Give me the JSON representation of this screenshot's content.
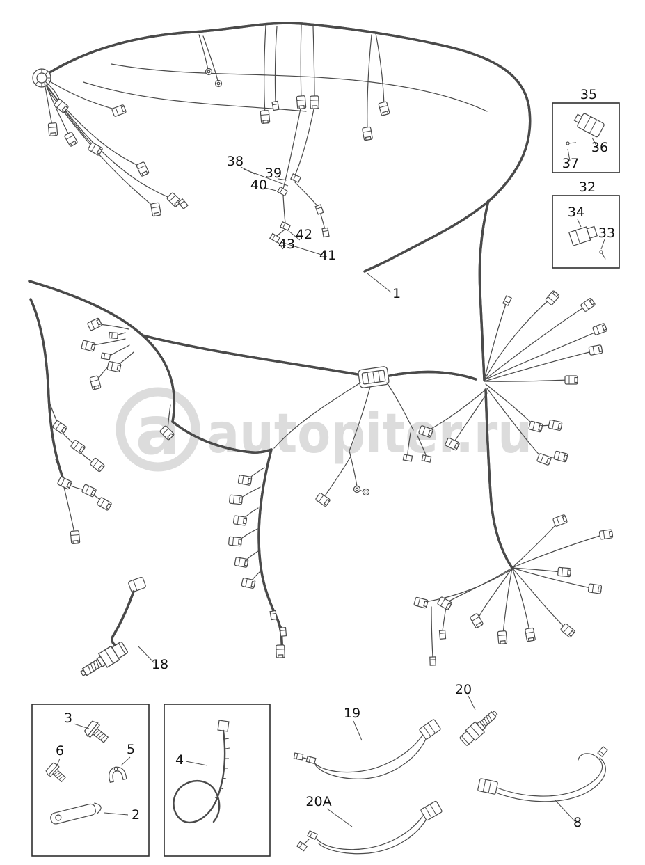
{
  "watermark": {
    "logo_letter": "a",
    "text": "autopiter.ru",
    "color": "#dcdcdc"
  },
  "colors": {
    "line": "#4a4a4a",
    "label": "#111111",
    "background": "#ffffff"
  },
  "labels": {
    "item1": "1",
    "item2": "2",
    "item3": "3",
    "item4": "4",
    "item5": "5",
    "item6": "6",
    "item8": "8",
    "item18": "18",
    "item19": "19",
    "item20": "20",
    "item20a": "20A",
    "item32": "32",
    "item33": "33",
    "item34": "34",
    "item35": "35",
    "item36": "36",
    "item37": "37",
    "item38": "38",
    "item39": "39",
    "item40": "40",
    "item41": "41",
    "item42": "42",
    "item43": "43"
  }
}
